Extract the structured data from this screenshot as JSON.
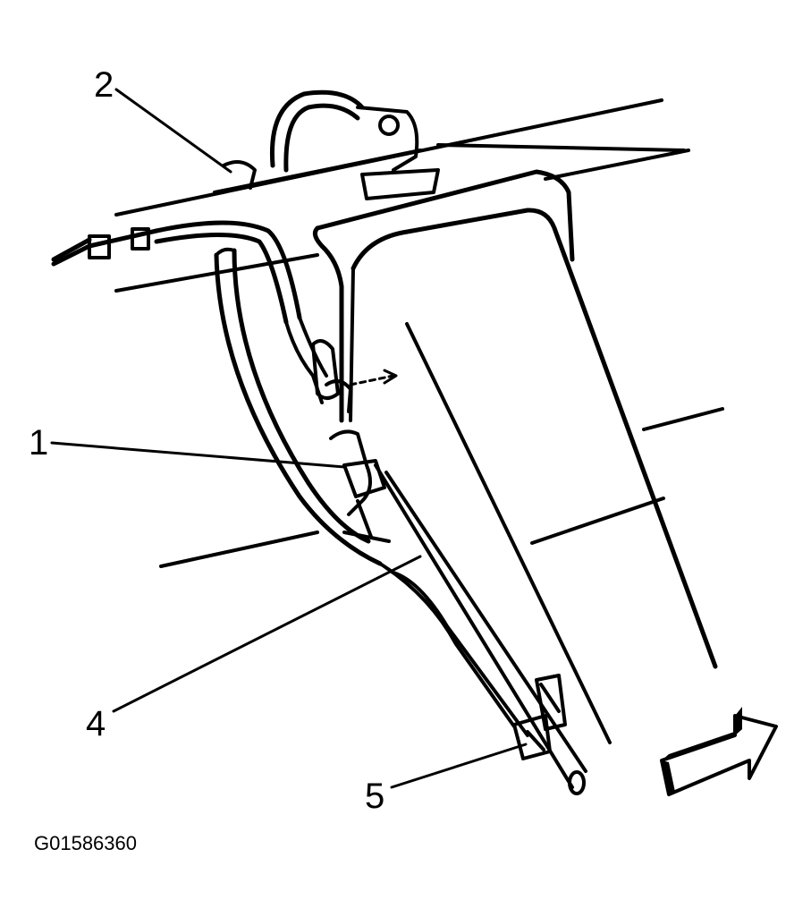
{
  "figure": {
    "callouts": [
      {
        "id": "callout-1",
        "label": "1"
      },
      {
        "id": "callout-2",
        "label": "2"
      },
      {
        "id": "callout-4",
        "label": "4"
      },
      {
        "id": "callout-5",
        "label": "5"
      }
    ],
    "figure_code": "G01586360",
    "direction_arrow": "forward-arrow-icon"
  }
}
